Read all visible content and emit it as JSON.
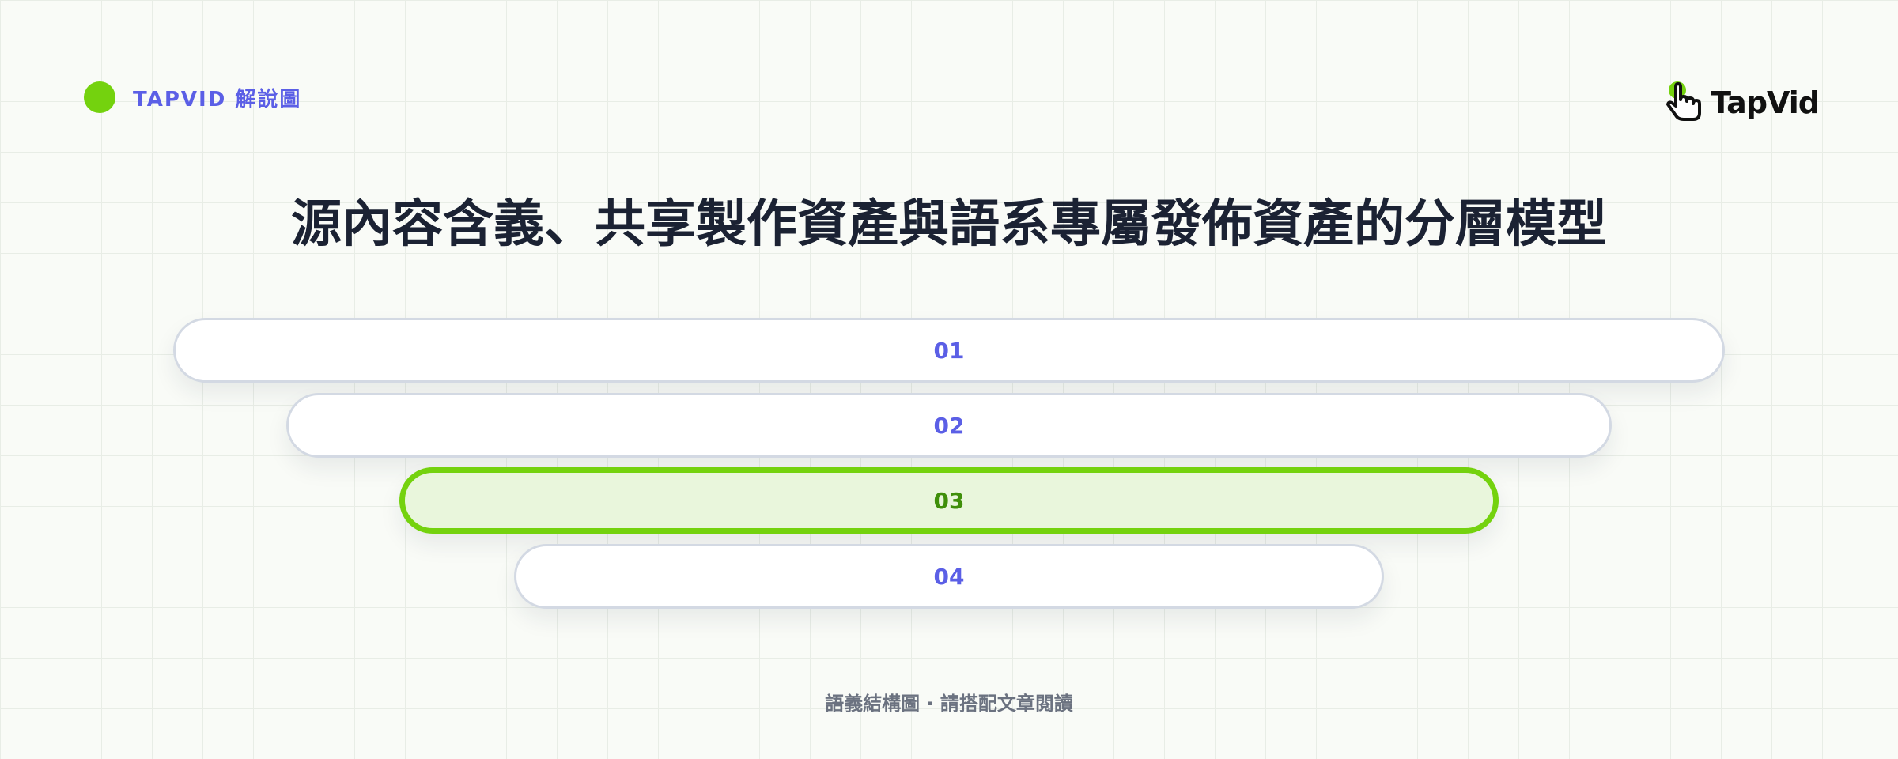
{
  "header": {
    "brand_tag": "TAPVID 解說圖",
    "logo_text": "TapVid",
    "logo_icon": "pointer-hand-icon",
    "accent_color": "#74d20e",
    "label_color": "#5b5fe6"
  },
  "title": "源內容含義、共享製作資產與語系專屬發佈資產的分層模型",
  "layers": [
    {
      "label": "01",
      "active": false
    },
    {
      "label": "02",
      "active": false
    },
    {
      "label": "03",
      "active": true
    },
    {
      "label": "04",
      "active": false
    }
  ],
  "footer": "語義結構圖 · 請搭配文章閱讀"
}
